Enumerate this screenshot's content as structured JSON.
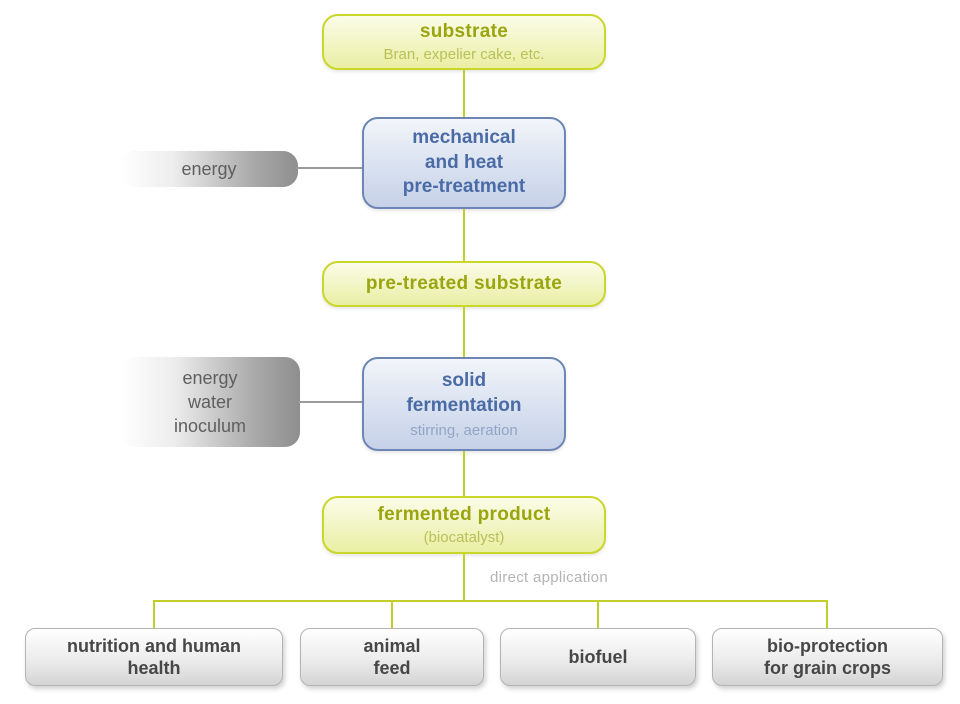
{
  "diagram": {
    "nodes": {
      "substrate": {
        "title": "substrate",
        "subtitle": "Bran, expelier cake, etc."
      },
      "energy_input": {
        "label": "energy"
      },
      "pretreatment": {
        "title": "mechanical\nand heat\npre-treatment"
      },
      "pretreated_substrate": {
        "title": "pre-treated substrate"
      },
      "fermentation_inputs": {
        "label": "energy\nwater\ninoculum"
      },
      "fermentation": {
        "title": "solid\nfermentation",
        "subtitle": "stirring, aeration"
      },
      "fermented_product": {
        "title": "fermented product",
        "subtitle": "(biocatalyst)"
      },
      "direct_application": {
        "label": "direct application"
      }
    },
    "outputs": [
      {
        "label": "nutrition and human\nhealth"
      },
      {
        "label": "animal\nfeed"
      },
      {
        "label": "biofuel"
      },
      {
        "label": "bio-protection\nfor grain crops"
      }
    ],
    "colors": {
      "green_line": "#c2cf2a",
      "green_border": "#c9d62a",
      "green_text": "#9aa50f",
      "blue_border": "#6d86b5",
      "blue_text": "#4a6ba6",
      "gray_text": "#5f5f5f",
      "caption_text": "#b4b4b4"
    }
  }
}
